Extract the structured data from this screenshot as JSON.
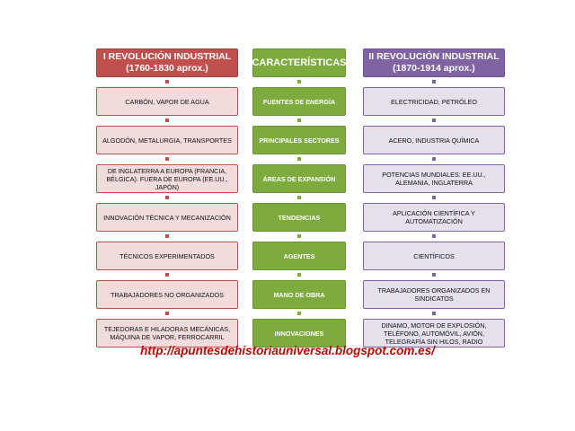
{
  "left_column": {
    "title_line1": "I REVOLUCIÓN INDUSTRIAL",
    "title_line2": "(1760-1830 aprox.)",
    "items": [
      "CARBÓN, VAPOR DE AGUA",
      "ALGODÓN, METALURGIA, TRANSPORTES",
      "DE INGLATERRA A EUROPA (FRANCIA, BÉLGICA). FUERA DE EUROPA (EE.UU., JAPÓN)",
      "INNOVACIÓN TÉCNICA Y MECANIZACIÓN",
      "TÉCNICOS EXPERIMENTADOS",
      "TRABAJADORES NO ORGANIZADOS",
      "TEJEDORAS E HILADORAS MECÁNICAS, MÁQUINA DE VAPOR, FERROCARRIL"
    ]
  },
  "middle_column": {
    "title": "CARACTERÍSTICAS",
    "items": [
      "FUENTES DE ENERGÍA",
      "PRINCIPALES SECTORES",
      "ÁREAS DE EXPANSIÓN",
      "TENDENCIAS",
      "AGENTES",
      "MANO DE OBRA",
      "INNOVACIONES"
    ]
  },
  "right_column": {
    "title_line1": "II REVOLUCIÓN INDUSTRIAL",
    "title_line2": "(1870-1914 aprox.)",
    "items": [
      "ELECTRICIDAD, PETRÓLEO",
      "ACERO, INDUSTRIA QUÍMICA",
      "POTENCIAS MUNDIALES: EE.UU., ALEMANIA, INGLATERRA",
      "APLICACIÓN CIENTÍFICA Y AUTOMATIZACIÓN",
      "CIENTÍFICOS",
      "TRABAJADORES ORGANIZADOS EN SINDICATOS",
      "DINAMO, MOTOR DE EXPLOSIÓN, TELÉFONO, AUTOMÓVIL, AVIÓN, TELEGRAFÍA SIN HILOS, RADIO"
    ]
  },
  "footer": {
    "url": "http://apuntesdehistoriauniversal.blogspot.com.es/"
  },
  "colors": {
    "red": "#c0504d",
    "green": "#7dab3e",
    "purple": "#8064a2",
    "link_red": "#c00000"
  }
}
